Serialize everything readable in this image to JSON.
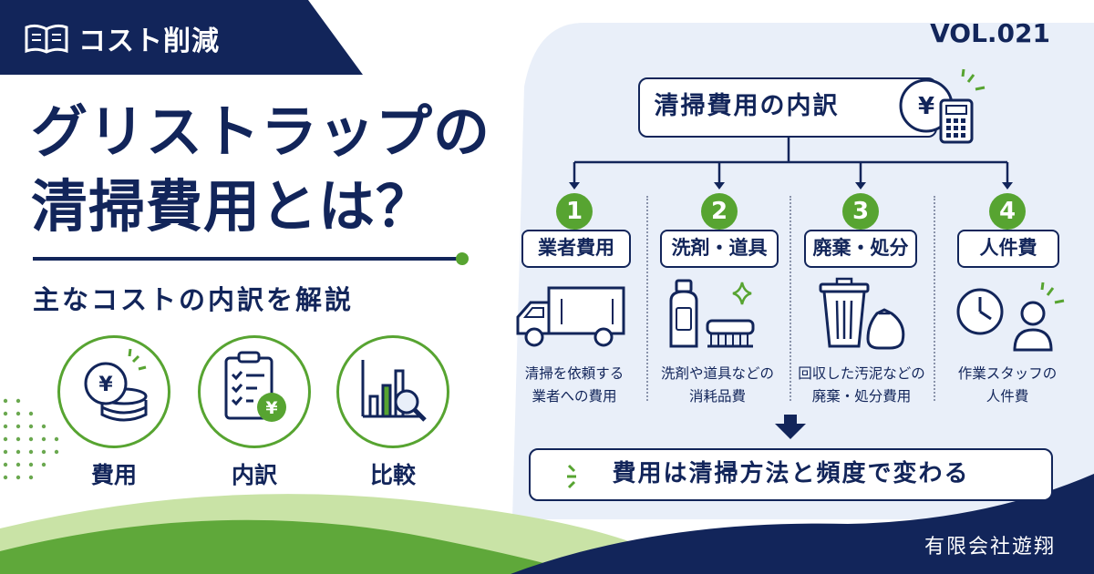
{
  "category": {
    "label": "コスト削減",
    "icon": "book-icon"
  },
  "vol": "VOL.021",
  "title": {
    "line1": "グリストラップの",
    "line2": "清掃費用とは？"
  },
  "subtitle": "主なコストの内訳を解説",
  "features": [
    {
      "label": "費用",
      "icon": "yen-coins-icon"
    },
    {
      "label": "内訳",
      "icon": "clipboard-checklist-icon"
    },
    {
      "label": "比較",
      "icon": "bar-chart-magnifier-icon"
    }
  ],
  "diagram": {
    "root": {
      "label": "清掃費用の内訳",
      "icons": [
        "yen-icon",
        "calculator-icon"
      ]
    },
    "items": [
      {
        "number": "1",
        "label": "業者費用",
        "desc1": "清掃を依頼する",
        "desc2": "業者への費用",
        "icon": "truck-icon"
      },
      {
        "number": "2",
        "label": "洗剤・道具",
        "desc1": "洗剤や道具などの",
        "desc2": "消耗品費",
        "icon": "detergent-brush-icon"
      },
      {
        "number": "3",
        "label": "廃棄・処分",
        "desc1": "回収した汚泥などの",
        "desc2": "廃棄・処分費用",
        "icon": "trash-bag-icon"
      },
      {
        "number": "4",
        "label": "人件費",
        "desc1": "作業スタッフの",
        "desc2": "人件費",
        "icon": "clock-person-icon"
      }
    ],
    "result": "費用は清掃方法と頻度で変わる"
  },
  "company": "有限会社遊翔",
  "colors": {
    "navy": "#12255a",
    "green": "#57a431",
    "light_blue": "#e9eff9"
  }
}
